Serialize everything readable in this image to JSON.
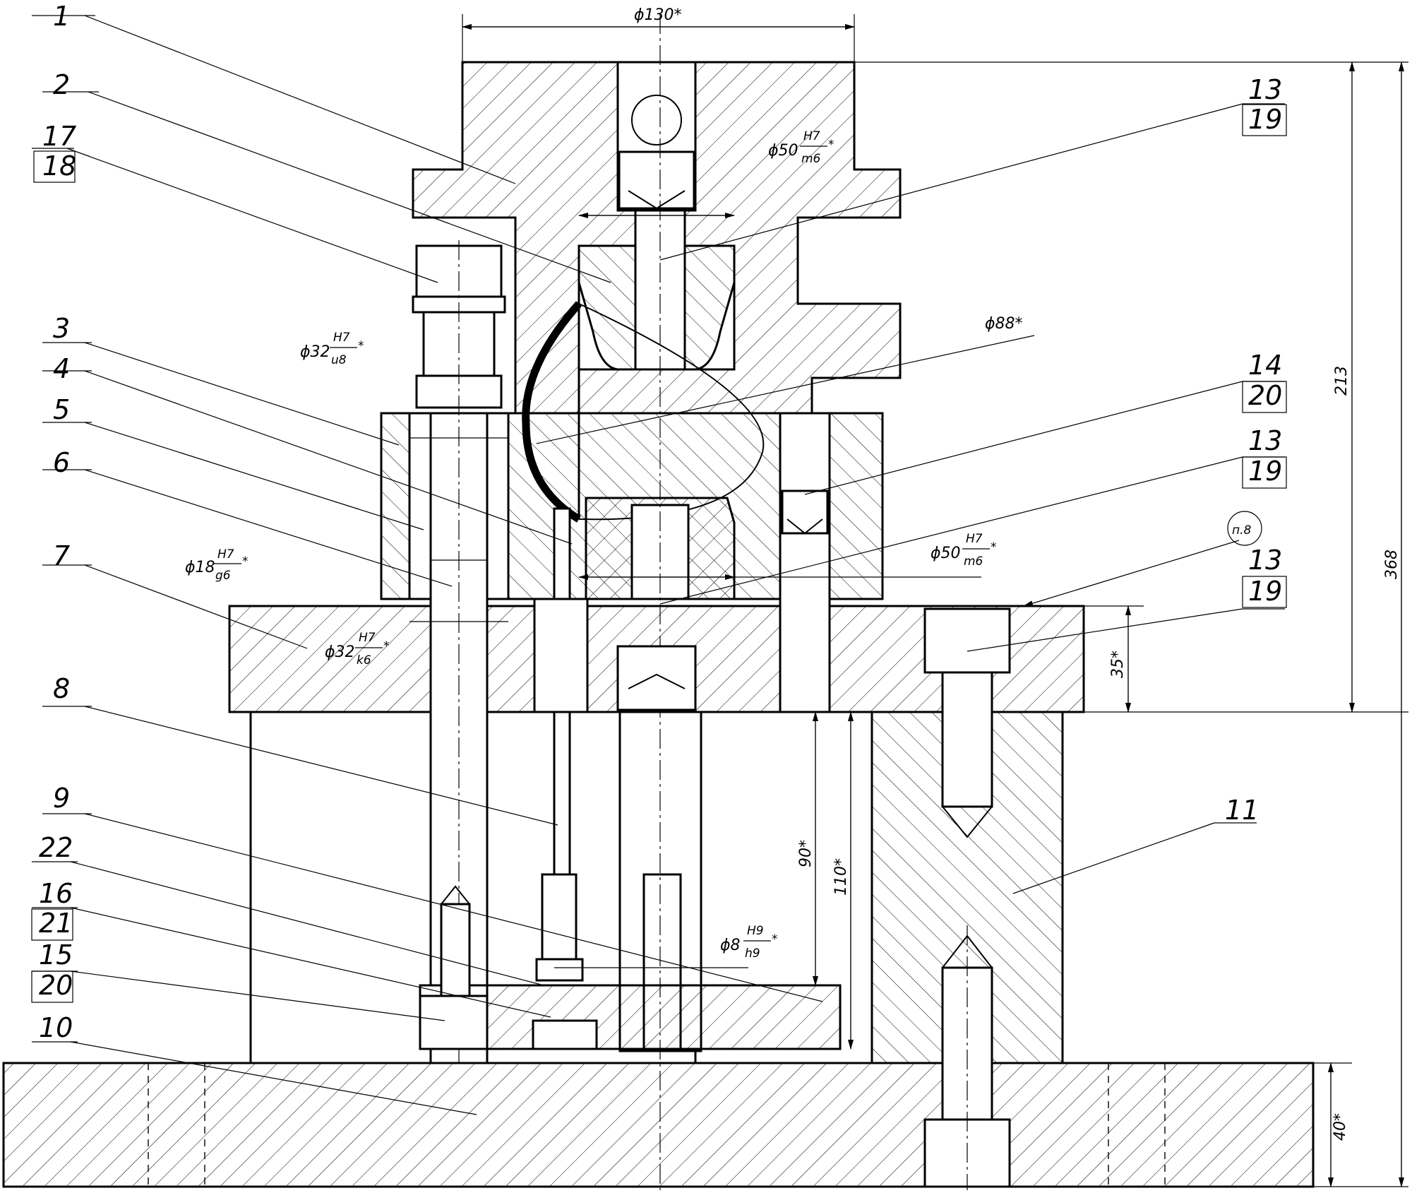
{
  "drawing": {
    "type": "assembly-drawing-section",
    "part_labels": [
      {
        "id": "label-1",
        "text": "1"
      },
      {
        "id": "label-2",
        "text": "2"
      },
      {
        "id": "label-17-18",
        "top": "17",
        "bottom": "18"
      },
      {
        "id": "label-3",
        "text": "3"
      },
      {
        "id": "label-4",
        "text": "4"
      },
      {
        "id": "label-5",
        "text": "5"
      },
      {
        "id": "label-6",
        "text": "6"
      },
      {
        "id": "label-7",
        "text": "7"
      },
      {
        "id": "label-8",
        "text": "8"
      },
      {
        "id": "label-9",
        "text": "9"
      },
      {
        "id": "label-22",
        "text": "22"
      },
      {
        "id": "label-16-21",
        "top": "16",
        "bottom": "21"
      },
      {
        "id": "label-15-20",
        "top": "15",
        "bottom": "20"
      },
      {
        "id": "label-10",
        "text": "10"
      },
      {
        "id": "label-13-19-a",
        "top": "13",
        "bottom": "19"
      },
      {
        "id": "label-14-20",
        "top": "14",
        "bottom": "20"
      },
      {
        "id": "label-13-19-b",
        "top": "13",
        "bottom": "19"
      },
      {
        "id": "label-13-19-c",
        "top": "13",
        "bottom": "19"
      },
      {
        "id": "label-11",
        "text": "11"
      }
    ],
    "note_circle": "п.8",
    "dimensions": {
      "d130": "ϕ130*",
      "d88": "ϕ88*",
      "d213": "213",
      "d368": "368",
      "d35": "35*",
      "d90": "90*",
      "d110": "110*",
      "d40": "40*"
    },
    "fits": {
      "fit_50_top": {
        "prefix": "ϕ50",
        "hole": "H7",
        "shaft": "m6",
        "suffix": "*"
      },
      "fit_32_u8": {
        "prefix": "ϕ32",
        "hole": "H7",
        "shaft": "u8",
        "suffix": "*"
      },
      "fit_18_g6": {
        "prefix": "ϕ18",
        "hole": "H7",
        "shaft": "g6",
        "suffix": "*"
      },
      "fit_32_k6": {
        "prefix": "ϕ32",
        "hole": "H7",
        "shaft": "k6",
        "suffix": "*"
      },
      "fit_50_mid": {
        "prefix": "ϕ50",
        "hole": "H7",
        "shaft": "m6",
        "suffix": "*"
      },
      "fit_8_h9": {
        "prefix": "ϕ8",
        "hole": "H9",
        "shaft": "h9",
        "suffix": "*"
      }
    }
  }
}
